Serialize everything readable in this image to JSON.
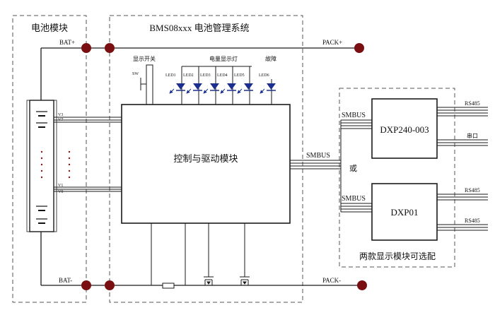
{
  "sections": {
    "battery_module": "电池模块",
    "bms_system": "BMS08xxx 电池管理系统",
    "display_options": "两款显示模块可选配"
  },
  "terminals": {
    "bat_plus": "BAT+",
    "bat_minus": "BAT-",
    "pack_plus": "PACK+",
    "pack_minus": "PACK-"
  },
  "control_block": {
    "label": "控制与驱动模块"
  },
  "switch": {
    "title": "显示开关",
    "name": "SW"
  },
  "leds": {
    "group_title": "电量显示灯",
    "fault_title": "故障",
    "items": [
      "LED1",
      "LED2",
      "LED3",
      "LED4",
      "LED5",
      "LED6"
    ]
  },
  "cell_taps": [
    "V3",
    "V7",
    "V1",
    "V0"
  ],
  "bus": {
    "smbus_main": "SMBUS",
    "smbus_dxp1": "SMBUS",
    "smbus_dxp2": "SMBUS",
    "or_label": "或"
  },
  "modules": {
    "dxp240": {
      "name": "DXP240-003",
      "out1": "RS485",
      "out2": "串口"
    },
    "dxp01": {
      "name": "DXP01",
      "out1": "RS485",
      "out2": "RS485"
    }
  },
  "colors": {
    "terminal": "#7a0f12",
    "line": "#1a1a1a",
    "dash": "#555555",
    "led": "#1c2f8f",
    "dots": "#8b1515"
  }
}
